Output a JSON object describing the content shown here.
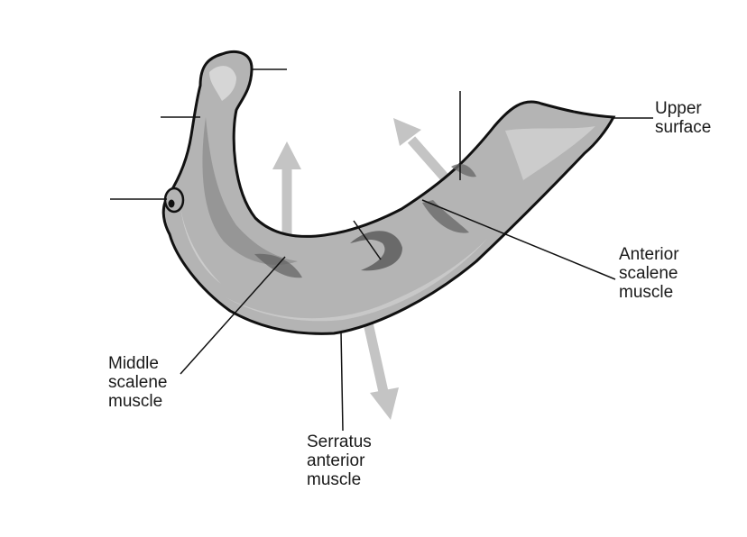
{
  "labels": {
    "upper_surface": [
      "Upper",
      "surface"
    ],
    "anterior_scalene": [
      "Anterior",
      "scalene",
      "muscle"
    ],
    "middle_scalene": [
      "Middle",
      "scalene",
      "muscle"
    ],
    "serratus_anterior": [
      "Serratus",
      "anterior",
      "muscle"
    ]
  },
  "colors": {
    "bone_fill": "#b4b4b4",
    "bone_dark": "#7e7e7e",
    "bone_light": "#d6d6d6",
    "outline": "#111111",
    "arrow": "#c4c4c4",
    "leader_line": "#111111"
  }
}
